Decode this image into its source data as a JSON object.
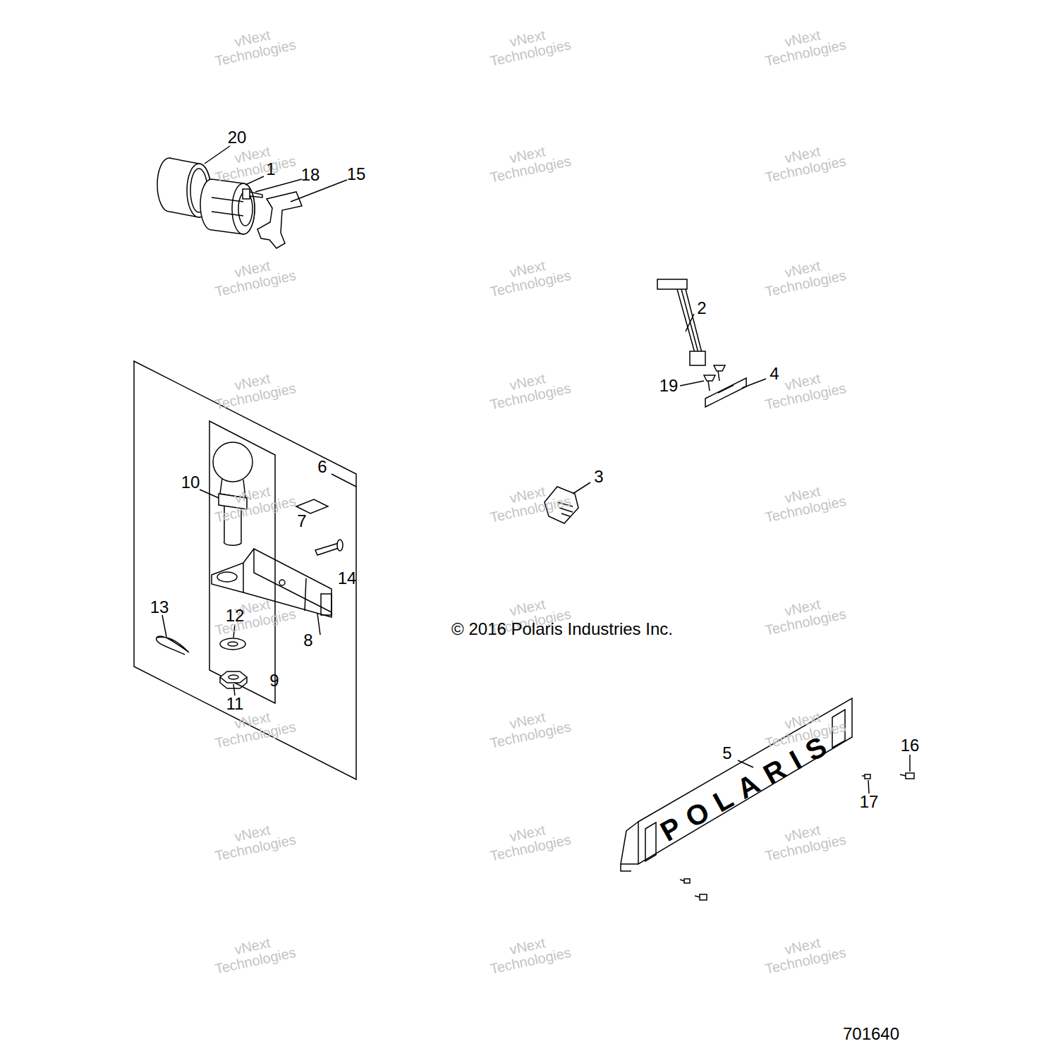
{
  "diagram": {
    "labels": [
      "20",
      "1",
      "18",
      "15",
      "2",
      "19",
      "4",
      "6",
      "10",
      "3",
      "7",
      "14",
      "8",
      "13",
      "12",
      "9",
      "11",
      "5",
      "16",
      "17",
      "© 2016 Polaris Industries Inc.",
      "POLARIS",
      "701640",
      "vNext Technologies",
      "vNext Technologies",
      "vNext Technologies",
      "vNext Technologies",
      "vNext Technologies",
      "vNext Technologies",
      "vNext Technologies",
      "vNext Technologies",
      "vNext Technologies",
      "vNext Technologies",
      "vNext Technologies",
      "vNext Technologies",
      "vNext Technologies",
      "vNext Technologies",
      "vNext Technologies",
      "vNext Technologies",
      "vNext Technologies",
      "vNext Technologies",
      "vNext Technologies",
      "vNext Technologies",
      "vNext Technologies",
      "vNext Technologies",
      "vNext Technologies",
      "vNext Technologies",
      "vNext Technologies",
      "vNext Technologies",
      "vNext Technologies"
    ]
  }
}
